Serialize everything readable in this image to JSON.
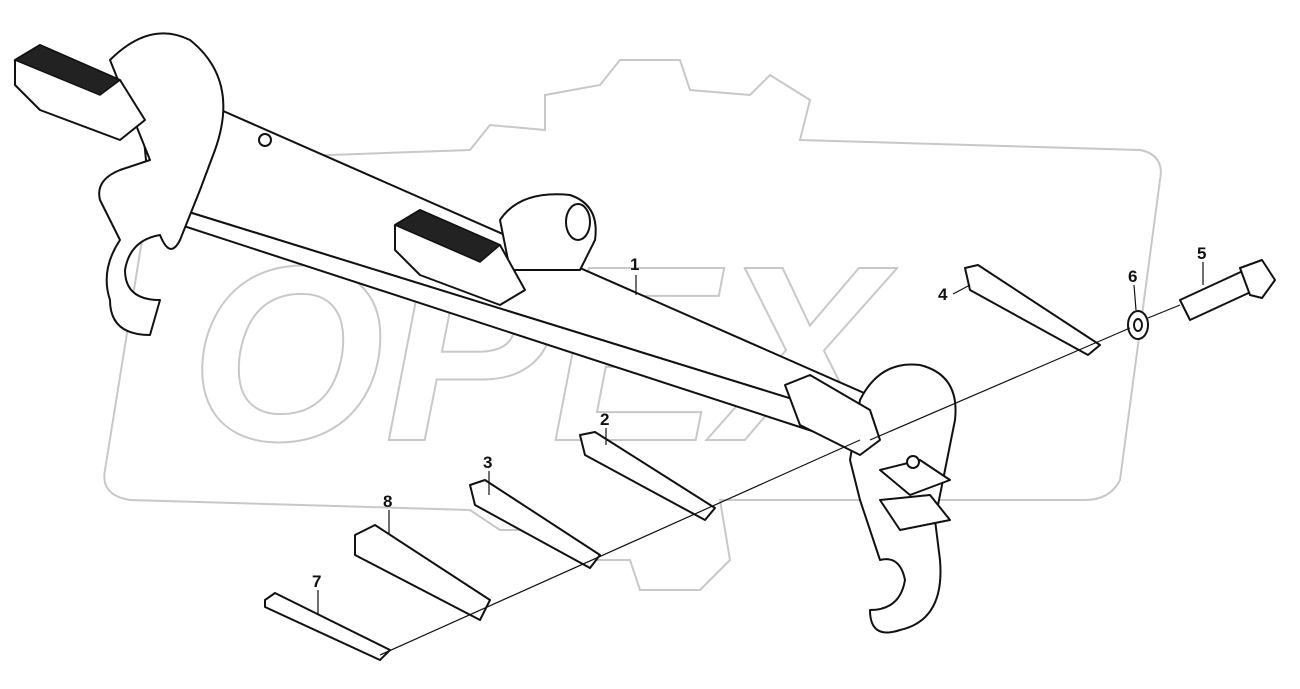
{
  "watermark": {
    "text": "OPEX"
  },
  "callouts": [
    {
      "id": "callout-1",
      "label": "1"
    },
    {
      "id": "callout-2",
      "label": "2"
    },
    {
      "id": "callout-3",
      "label": "3"
    },
    {
      "id": "callout-4",
      "label": "4"
    },
    {
      "id": "callout-5",
      "label": "5"
    },
    {
      "id": "callout-6",
      "label": "6"
    },
    {
      "id": "callout-7",
      "label": "7"
    },
    {
      "id": "callout-8",
      "label": "8"
    }
  ]
}
